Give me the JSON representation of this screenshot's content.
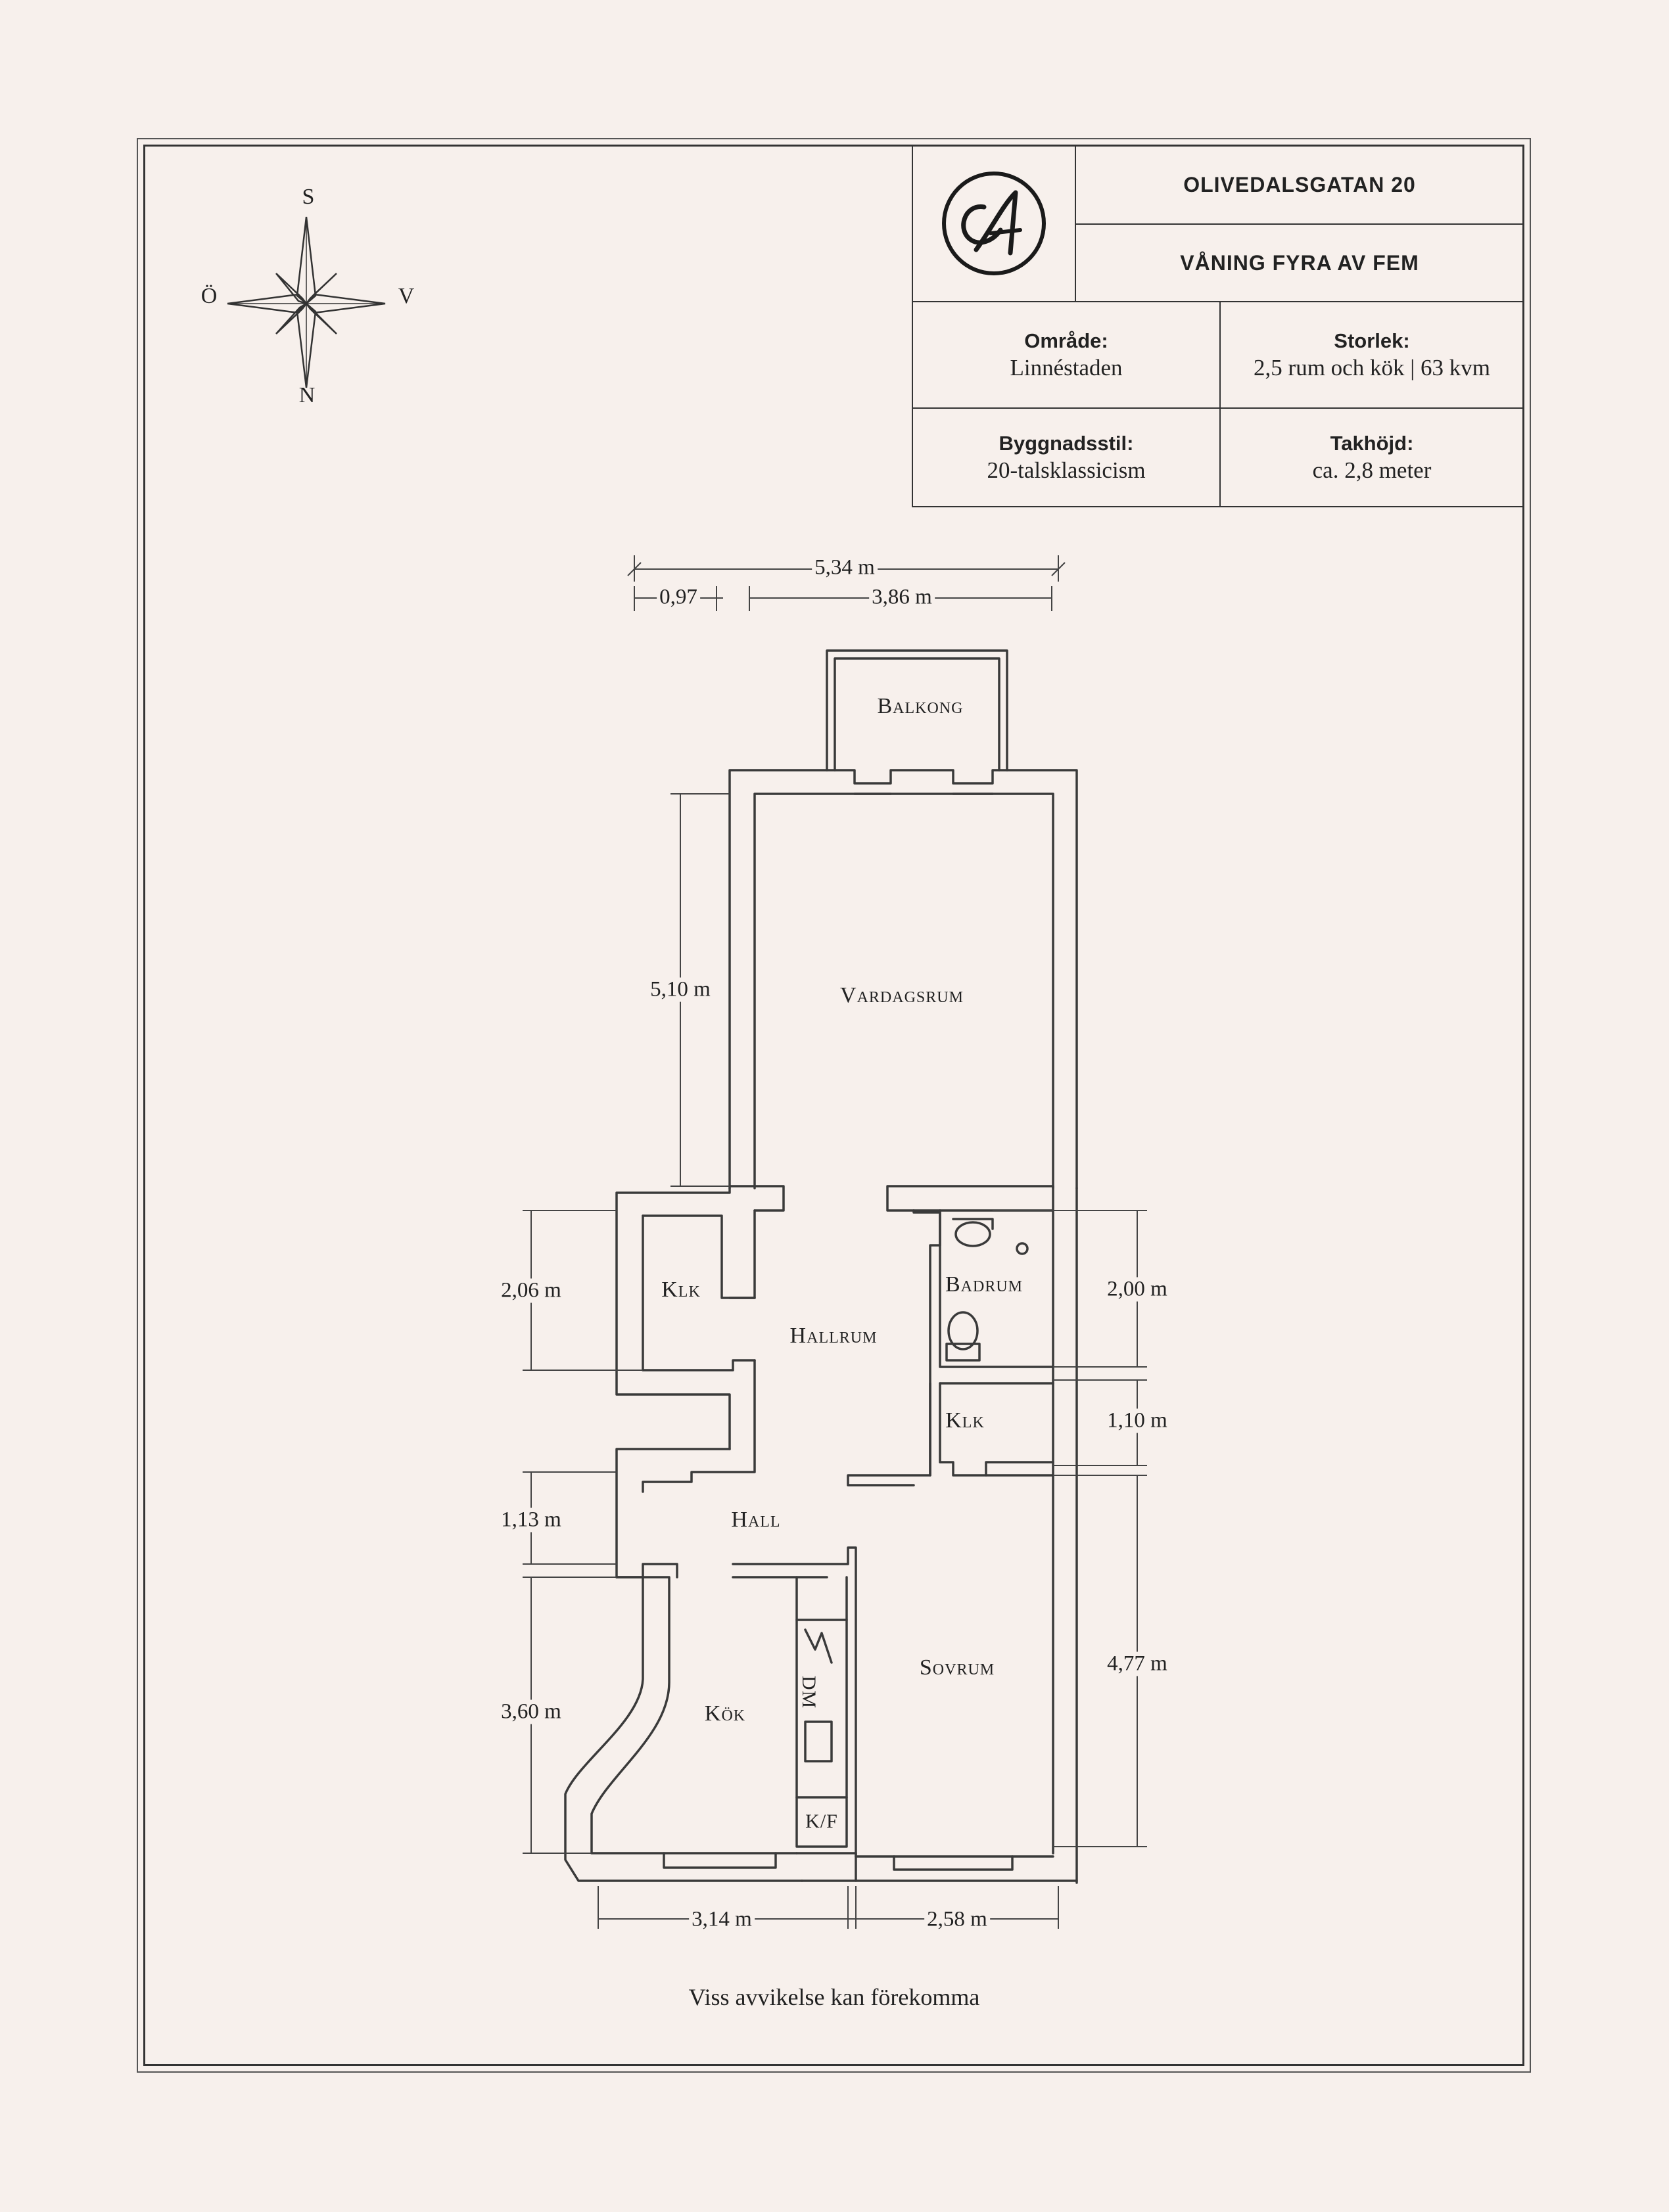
{
  "title_block": {
    "address": "OLIVEDALSGATAN 20",
    "floor": "VÅNING FYRA AV FEM",
    "area_label": "Område:",
    "area_value": "Linnéstaden",
    "size_label": "Storlek:",
    "size_value": "2,5 rum och kök | 63 kvm",
    "style_label": "Byggnadsstil:",
    "style_value": "20-talsklassicism",
    "height_label": "Takhöjd:",
    "height_value": "ca. 2,8 meter"
  },
  "compass": {
    "s": "S",
    "o": "Ö",
    "v": "V",
    "n": "N"
  },
  "rooms": {
    "balkong": "Balkong",
    "vardagsrum": "Vardagsrum",
    "klk_left": "Klk",
    "hallrum": "Hallrum",
    "badrum": "Badrum",
    "klk_right": "Klk",
    "hall": "Hall",
    "kok": "Kök",
    "sovrum": "Sovrum",
    "dm": "DM",
    "kf": "K/F"
  },
  "dimensions": {
    "total_width": "5,34 m",
    "width_a": "0,97",
    "width_b": "3,86 m",
    "vardagsrum_h": "5,10 m",
    "klk_h": "2,06 m",
    "badrum_h": "2,00 m",
    "klk_right_h": "1,10 m",
    "hall_h": "1,13 m",
    "kok_h": "3,60 m",
    "sovrum_h": "4,77 m",
    "kok_w": "3,14 m",
    "sovrum_w": "2,58 m"
  },
  "footer": "Viss avvikelse kan förekomma",
  "colors": {
    "background": "#f7f0ec",
    "ink": "#333333"
  }
}
